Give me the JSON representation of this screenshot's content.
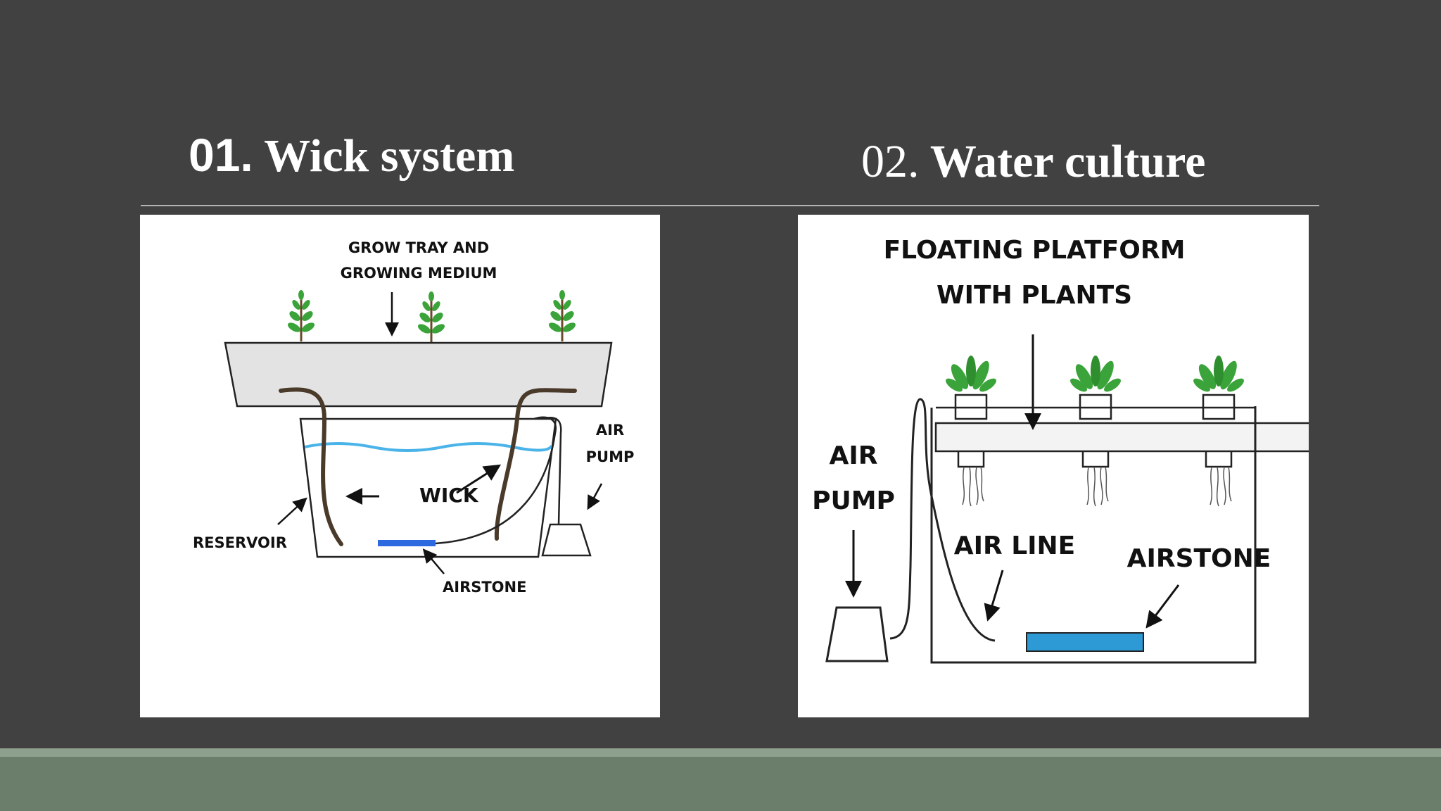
{
  "slide": {
    "titles": [
      {
        "number": "01.",
        "text": "Wick system"
      },
      {
        "number": "02.",
        "text": "Water culture"
      }
    ]
  },
  "wick_diagram": {
    "label_grow_tray_1": "GROW TRAY AND",
    "label_grow_tray_2": "GROWING MEDIUM",
    "label_air_pump_1": "AIR",
    "label_air_pump_2": "PUMP",
    "label_wick": "WICK",
    "label_reservoir": "RESERVOIR",
    "label_airstone": "AIRSTONE"
  },
  "water_culture_diagram": {
    "label_platform_1": "FLOATING PLATFORM",
    "label_platform_2": "WITH PLANTS",
    "label_air_pump_1": "AIR",
    "label_air_pump_2": "PUMP",
    "label_air_line": "AIR LINE",
    "label_airstone": "AIRSTONE"
  },
  "colors": {
    "background": "#414141",
    "water": "#4ab3e8",
    "airstone": "#2d6ae0",
    "plant": "#3aa43a",
    "footer": "#6b7d6b"
  }
}
